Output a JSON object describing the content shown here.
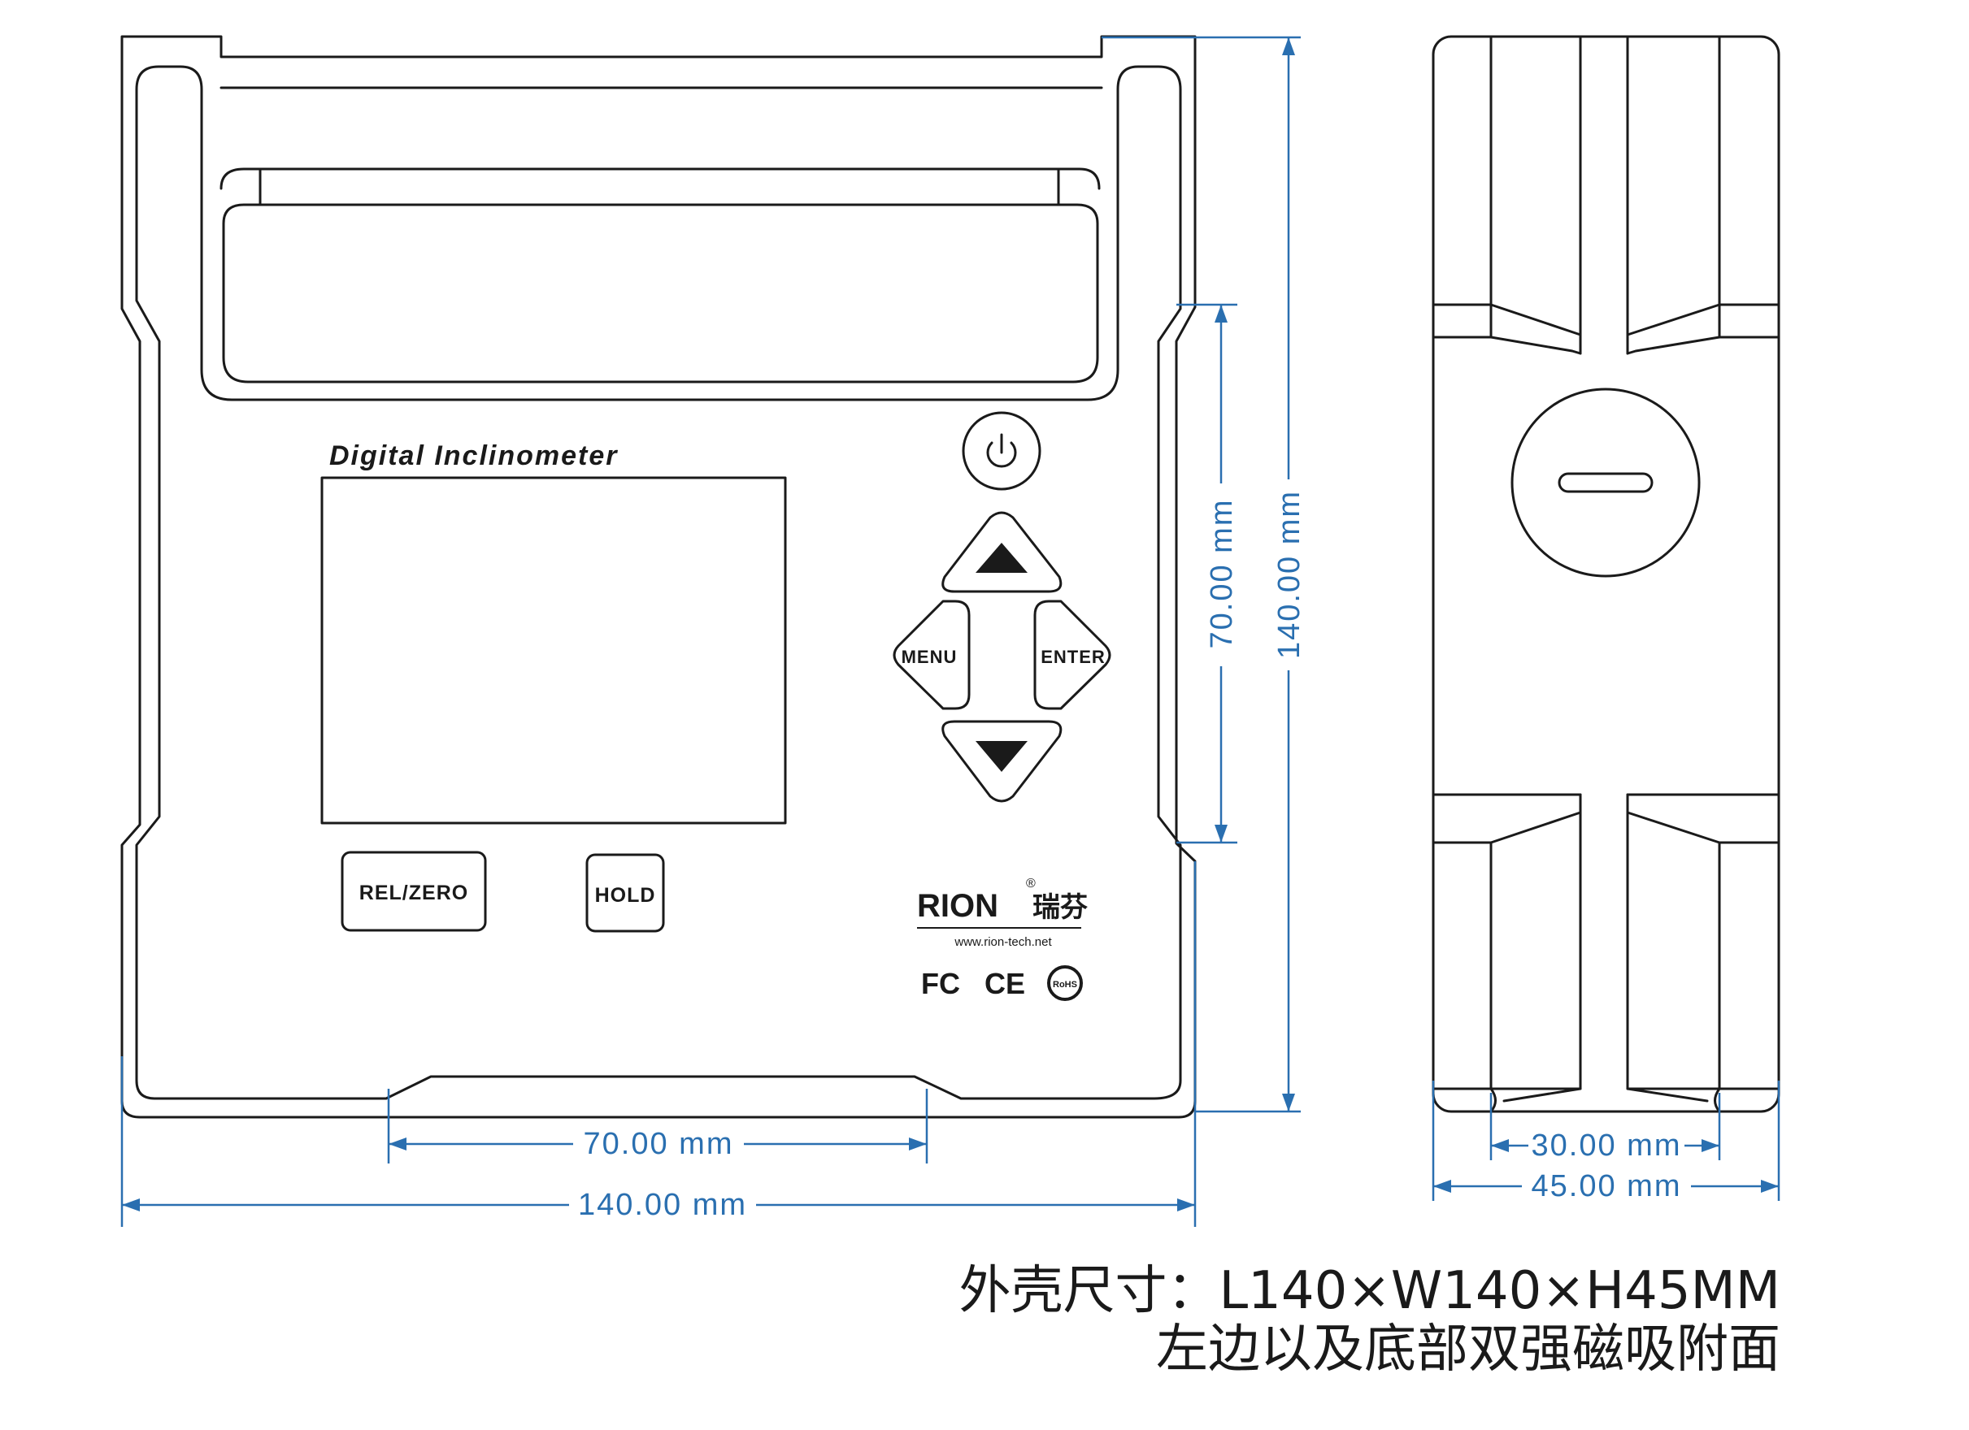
{
  "front": {
    "title": "Digital Inclinometer",
    "buttons": {
      "menu": "MENU",
      "enter": "ENTER",
      "rel_zero": "REL/ZERO",
      "hold": "HOLD"
    },
    "brand": {
      "logo_text": "RION",
      "chinese_name": "瑞芬",
      "website": "www.rion-tech.net",
      "registered": "®",
      "certifications": [
        "FC",
        "CE",
        "RoHS"
      ]
    }
  },
  "dimensions": {
    "front_width": "140.00 mm",
    "front_notch": "70.00 mm",
    "front_height": "140.00 mm",
    "front_partial_height": "70.00 mm",
    "side_width": "45.00 mm",
    "side_inner": "30.00 mm"
  },
  "notes": {
    "line1": "外壳尺寸：L140×W140×H45MM",
    "line2": "左边以及底部双强磁吸附面"
  },
  "colors": {
    "line": "#1a1a1a",
    "dimension": "#2a6fb0"
  }
}
